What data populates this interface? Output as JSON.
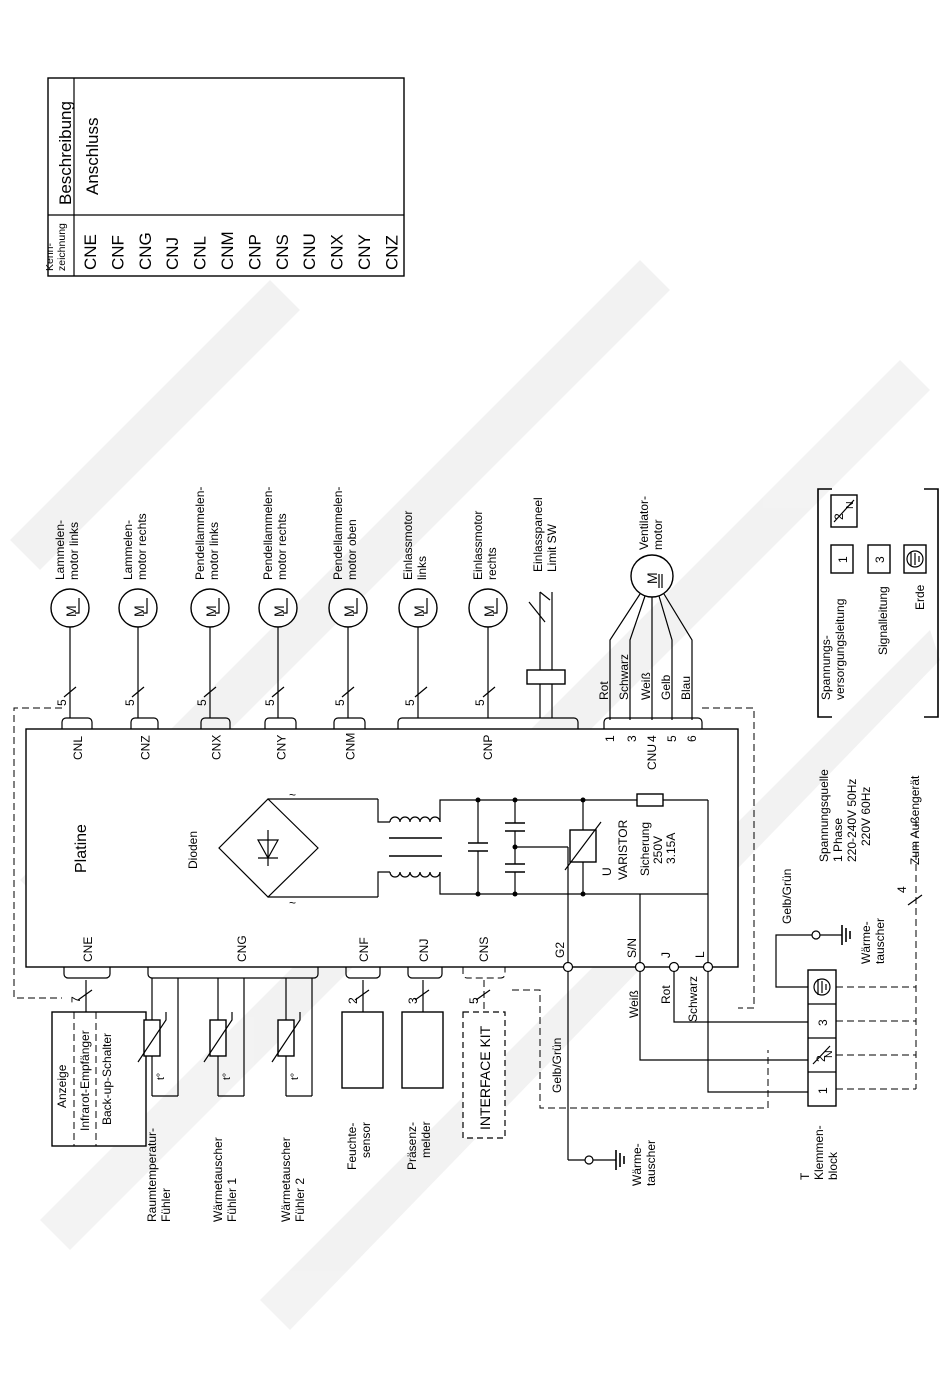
{
  "legend": {
    "header_code": "Kenn-\nzeichnung",
    "header_desc": "Beschreibung",
    "description": "Anschluss",
    "codes": [
      "CNE",
      "CNF",
      "CNG",
      "CNJ",
      "CNL",
      "CNM",
      "CNP",
      "CNS",
      "CNU",
      "CNX",
      "CNY",
      "CNZ"
    ]
  },
  "board": {
    "title": "Platine",
    "diodes": "Dioden",
    "varistor": "VARISTOR",
    "u_label": "U",
    "fuse": "Sicherung\n250V\n3.15A",
    "top_connectors": [
      "CNL",
      "CNZ",
      "CNX",
      "CNY",
      "CNM",
      "CNP",
      "CNU"
    ],
    "bottom_connectors": [
      "CNE",
      "CNG",
      "CNF",
      "CNJ",
      "CNS"
    ],
    "terminals": [
      "G2",
      "S/N",
      "J",
      "L"
    ]
  },
  "motors": {
    "cnl": "Lammelen-\nmotor links",
    "cnz": "Lammelen-\nmotor rechts",
    "cnx": "Pendellammelen-\nmotor links",
    "cny": "Pendellammelen-\nmotor rechts",
    "cnm": "Pendellammelen-\nmotor oben",
    "einlass_links": "Einlassmotor\nlinks",
    "einlass_rechts": "Einlassmotor\nrechts",
    "limit": "Einlasspaneel\nLimit SW",
    "fan": "Ventilator-\nmotor",
    "symbol": "M"
  },
  "wire_counts": {
    "five": "5",
    "seven": "7",
    "two": "2",
    "three": "3",
    "four": "4"
  },
  "fan_wires": {
    "colors": [
      "Rot",
      "Schwarz",
      "Weiß",
      "Gelb",
      "Blau"
    ],
    "pins": [
      "1",
      "3",
      "4",
      "5",
      "6"
    ]
  },
  "bottom_devices": {
    "display_lines": [
      "Anzeige",
      "Infrarot-Empfänger",
      "Back-up-Schalter"
    ],
    "sensor_symbol": "t°",
    "room_sensor": "Raumtemperatur-\nFühler",
    "hx_sensor1": "Wärmetauscher\nFühler 1",
    "hx_sensor2": "Wärmetauscher\nFühler 2",
    "humidity": "Feuchte-\nsensor",
    "presence": "Präsenz-\nmelder",
    "interface": "INTERFACE KIT"
  },
  "wiring": {
    "gelb_gruen": "Gelb/Grün",
    "waermetauscher": "Wärme-\ntauscher",
    "weiss": "Weiß",
    "rot": "Rot",
    "schwarz": "Schwarz"
  },
  "terminal_block": {
    "title": "T\nKlemmen-\nblock",
    "pins": [
      "1",
      "2",
      "3"
    ],
    "pin2_sub": "N",
    "power_source": "Spannungsquelle\n1 Phase\n220-240V 50Hz\n220V 60Hz",
    "to_outdoor": "Zum Außengerät"
  },
  "key": {
    "supply": "Spannungs-\nversorgungsleitung",
    "signal": "Signalleitung",
    "earth": "Erde",
    "pins": [
      "1",
      "2",
      "3"
    ],
    "pin2_sub": "N"
  }
}
